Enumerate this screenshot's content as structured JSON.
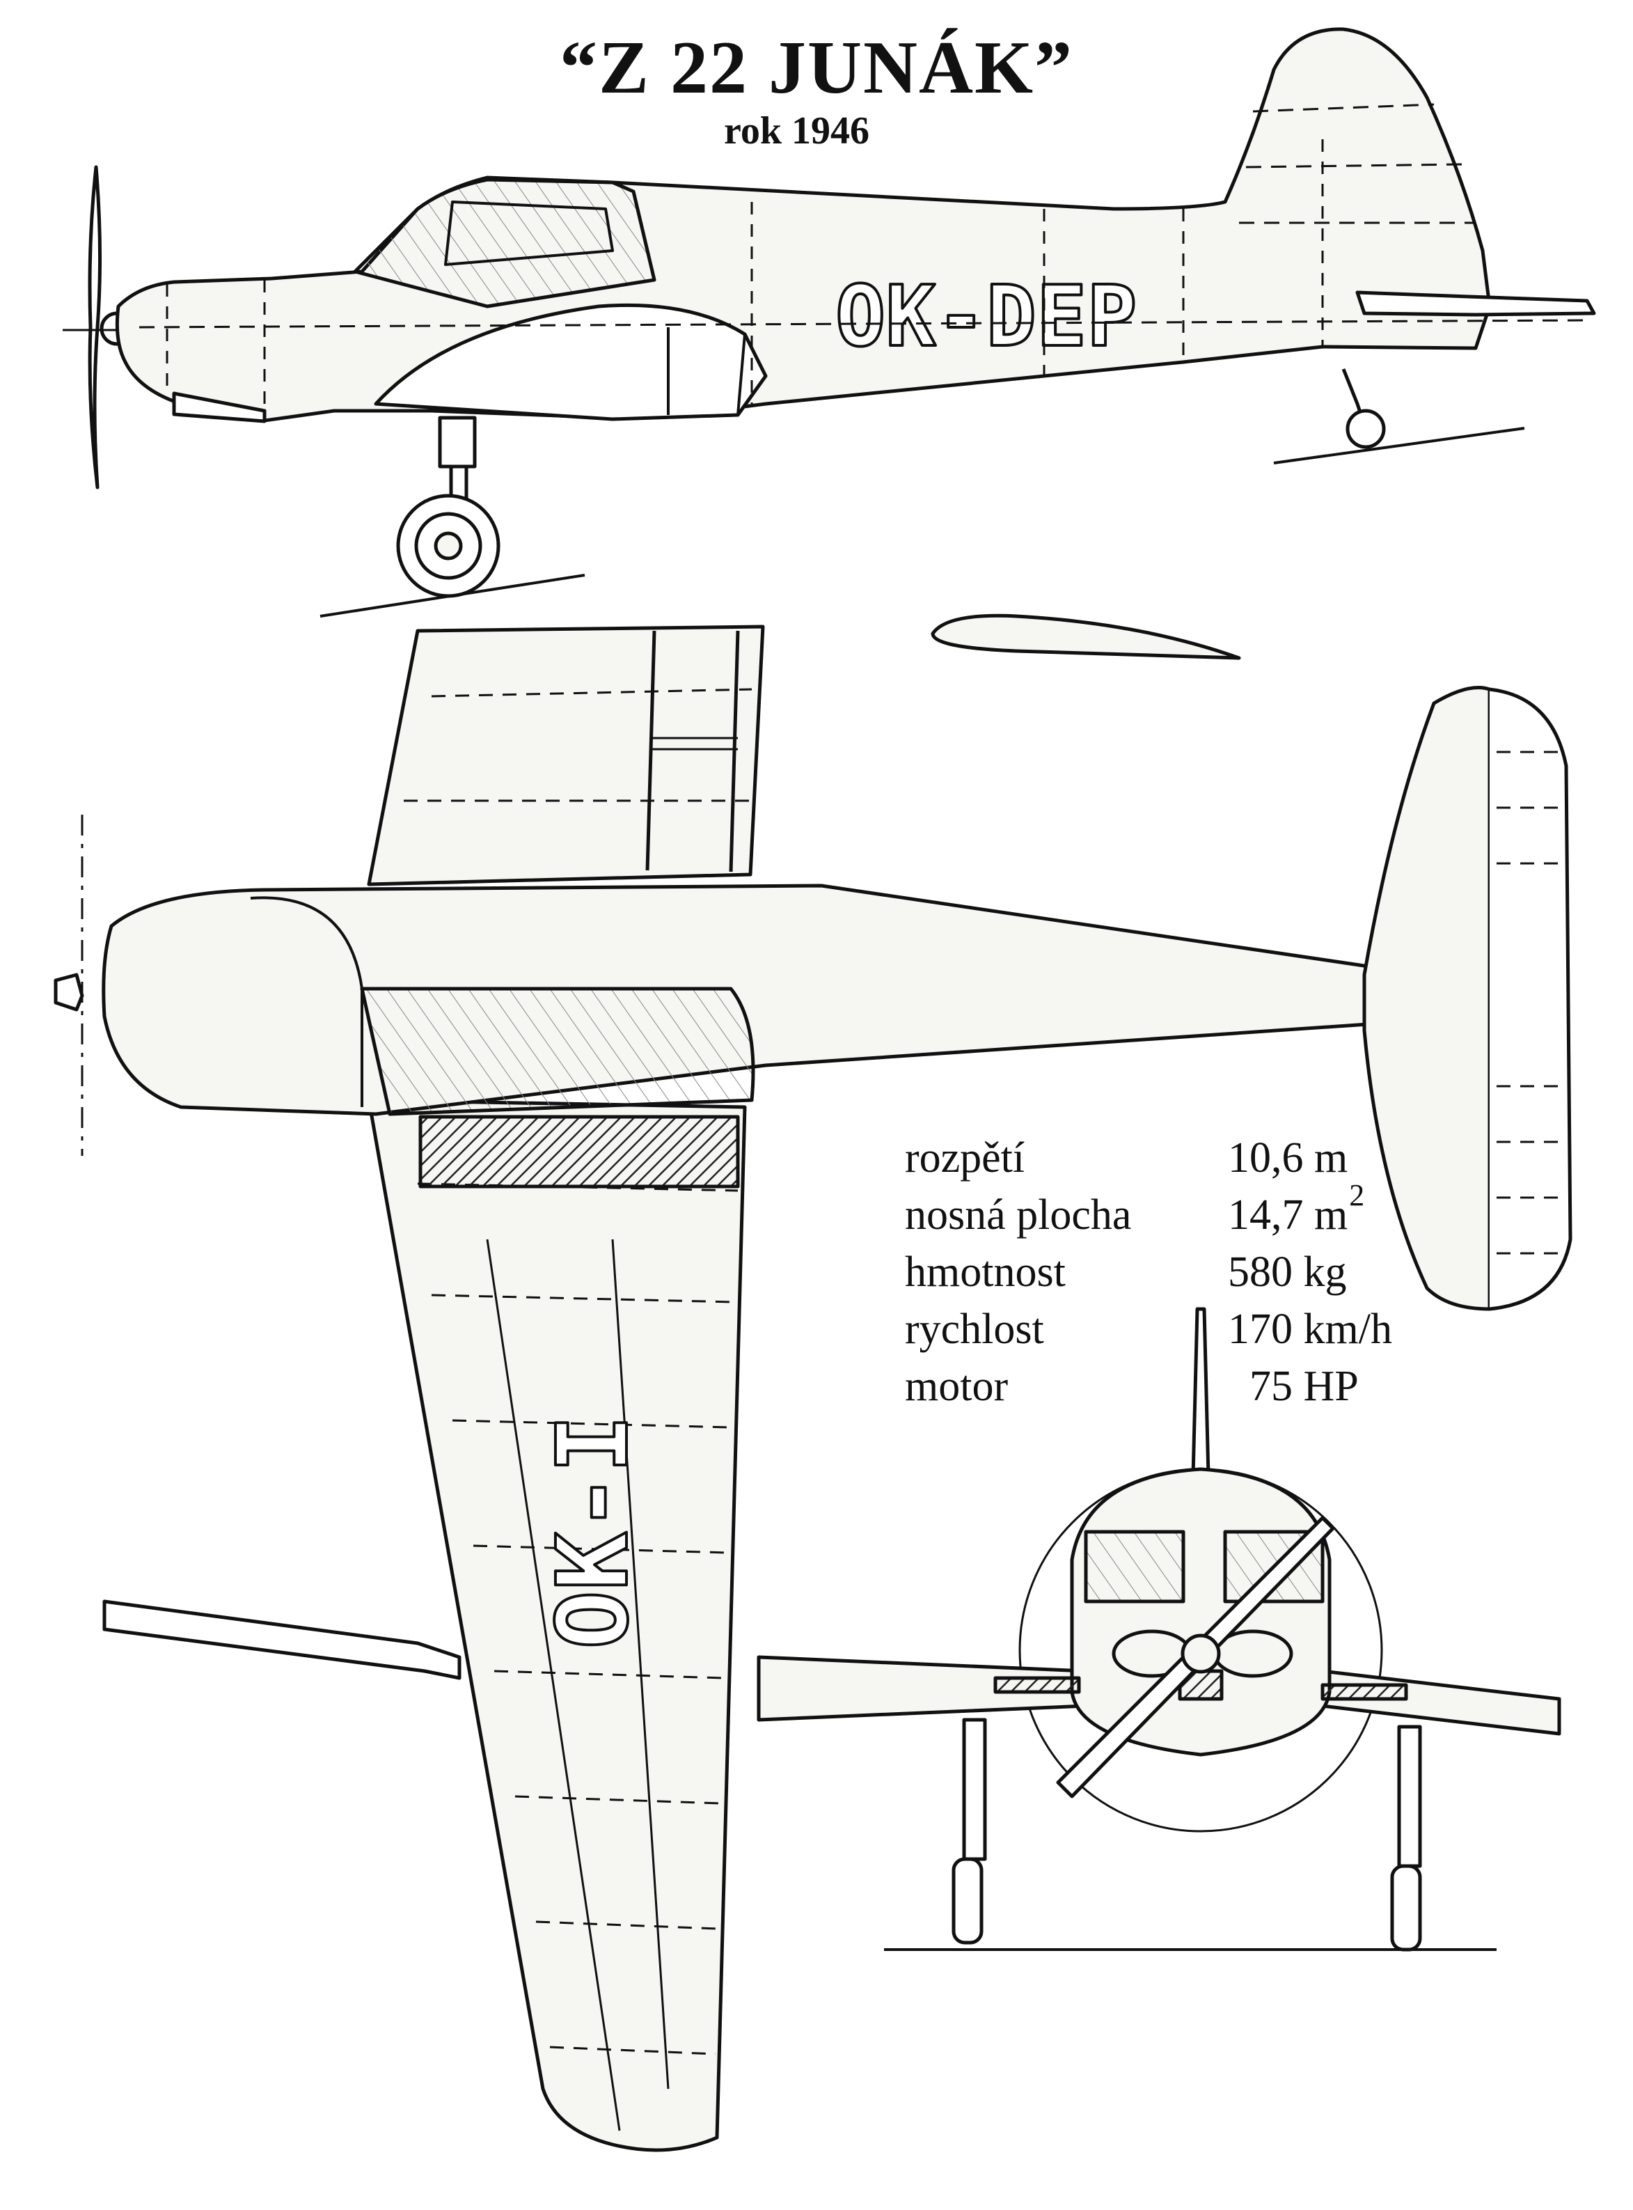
{
  "title": "“Z 22 JUNÁK”",
  "subtitle": "rok  1946",
  "registration_side": "OK-DEP",
  "registration_wing": "OK-I",
  "specs": [
    {
      "label": "rozpětí",
      "value": "10,6  m",
      "sup": ""
    },
    {
      "label": "nosná plocha",
      "value": "14,7  m",
      "sup": "2"
    },
    {
      "label": "hmotnost",
      "value": "580  kg",
      "sup": ""
    },
    {
      "label": "rychlost",
      "value": "170  km/h",
      "sup": ""
    },
    {
      "label": "motor",
      "value": "  75 HP",
      "sup": ""
    }
  ],
  "colors": {
    "ink": "#111111",
    "paper": "#ffffff",
    "fuselage_fill": "#f6f6f3",
    "hatch": "#555555"
  }
}
